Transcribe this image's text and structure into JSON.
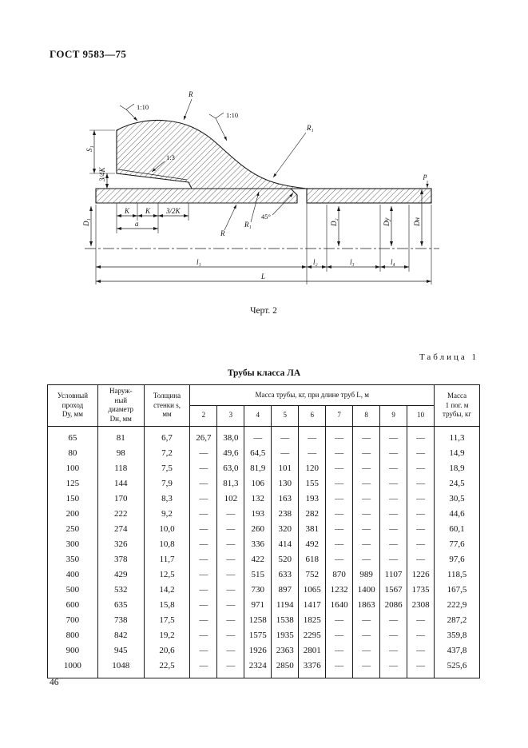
{
  "page": {
    "doc_number": "ГОСТ 9583—75",
    "page_number": "46"
  },
  "figure": {
    "caption": "Черт. 2",
    "labels": {
      "taper_top_left": "1:10",
      "taper_mid": "1:10",
      "taper_inner": "1:3",
      "radius_r_top": "R",
      "radius_r1_top": "R₁",
      "radius_r_bottom": "R",
      "radius_r1_bottom": "R₁",
      "angle_45": "45°",
      "s1": "S₁",
      "k34": "3/4K",
      "k_a": "K",
      "k_b": "K",
      "k32": "3/2K",
      "a": "a",
      "p": "p",
      "d1": "D₁",
      "d2": "D₂",
      "du": "Dу",
      "dn": "Dн",
      "l1": "l₁",
      "l2": "l₂",
      "l3": "l₃",
      "l4": "l₄",
      "L": "L"
    }
  },
  "table": {
    "label": "Таблица 1",
    "title": "Трубы класса ЛА",
    "headers": {
      "du": "Условный\nпроход\nDу, мм",
      "dn": "Наруж-\nный\nдиаметр\nDн, мм",
      "s": "Толщина\nстенки s,\nмм",
      "mass": "Масса трубы, кг, при длине труб L, м",
      "mass_per_m": "Масса\n1 пог. м\nтрубы, кг"
    },
    "lengths": [
      "2",
      "3",
      "4",
      "5",
      "6",
      "7",
      "8",
      "9",
      "10"
    ],
    "rows": [
      [
        "65",
        "81",
        "6,7",
        "26,7",
        "38,0",
        "—",
        "—",
        "—",
        "—",
        "—",
        "—",
        "—",
        "11,3"
      ],
      [
        "80",
        "98",
        "7,2",
        "—",
        "49,6",
        "64,5",
        "—",
        "—",
        "—",
        "—",
        "—",
        "—",
        "14,9"
      ],
      [
        "100",
        "118",
        "7,5",
        "—",
        "63,0",
        "81,9",
        "101",
        "120",
        "—",
        "—",
        "—",
        "—",
        "18,9"
      ],
      [
        "125",
        "144",
        "7,9",
        "—",
        "81,3",
        "106",
        "130",
        "155",
        "—",
        "—",
        "—",
        "—",
        "24,5"
      ],
      [
        "150",
        "170",
        "8,3",
        "—",
        "102",
        "132",
        "163",
        "193",
        "—",
        "—",
        "—",
        "—",
        "30,5"
      ],
      [
        "200",
        "222",
        "9,2",
        "—",
        "—",
        "193",
        "238",
        "282",
        "—",
        "—",
        "—",
        "—",
        "44,6"
      ],
      [
        "250",
        "274",
        "10,0",
        "—",
        "—",
        "260",
        "320",
        "381",
        "—",
        "—",
        "—",
        "—",
        "60,1"
      ],
      [
        "300",
        "326",
        "10,8",
        "—",
        "—",
        "336",
        "414",
        "492",
        "—",
        "—",
        "—",
        "—",
        "77,6"
      ],
      [
        "350",
        "378",
        "11,7",
        "—",
        "—",
        "422",
        "520",
        "618",
        "—",
        "—",
        "—",
        "—",
        "97,6"
      ],
      [
        "400",
        "429",
        "12,5",
        "—",
        "—",
        "515",
        "633",
        "752",
        "870",
        "989",
        "1107",
        "1226",
        "118,5"
      ],
      [
        "500",
        "532",
        "14,2",
        "—",
        "—",
        "730",
        "897",
        "1065",
        "1232",
        "1400",
        "1567",
        "1735",
        "167,5"
      ],
      [
        "600",
        "635",
        "15,8",
        "—",
        "—",
        "971",
        "1194",
        "1417",
        "1640",
        "1863",
        "2086",
        "2308",
        "222,9"
      ],
      [
        "700",
        "738",
        "17,5",
        "—",
        "—",
        "1258",
        "1538",
        "1825",
        "—",
        "—",
        "—",
        "—",
        "287,2"
      ],
      [
        "800",
        "842",
        "19,2",
        "—",
        "—",
        "1575",
        "1935",
        "2295",
        "—",
        "—",
        "—",
        "—",
        "359,8"
      ],
      [
        "900",
        "945",
        "20,6",
        "—",
        "—",
        "1926",
        "2363",
        "2801",
        "—",
        "—",
        "—",
        "—",
        "437,8"
      ],
      [
        "1000",
        "1048",
        "22,5",
        "—",
        "—",
        "2324",
        "2850",
        "3376",
        "—",
        "—",
        "—",
        "—",
        "525,6"
      ]
    ]
  }
}
